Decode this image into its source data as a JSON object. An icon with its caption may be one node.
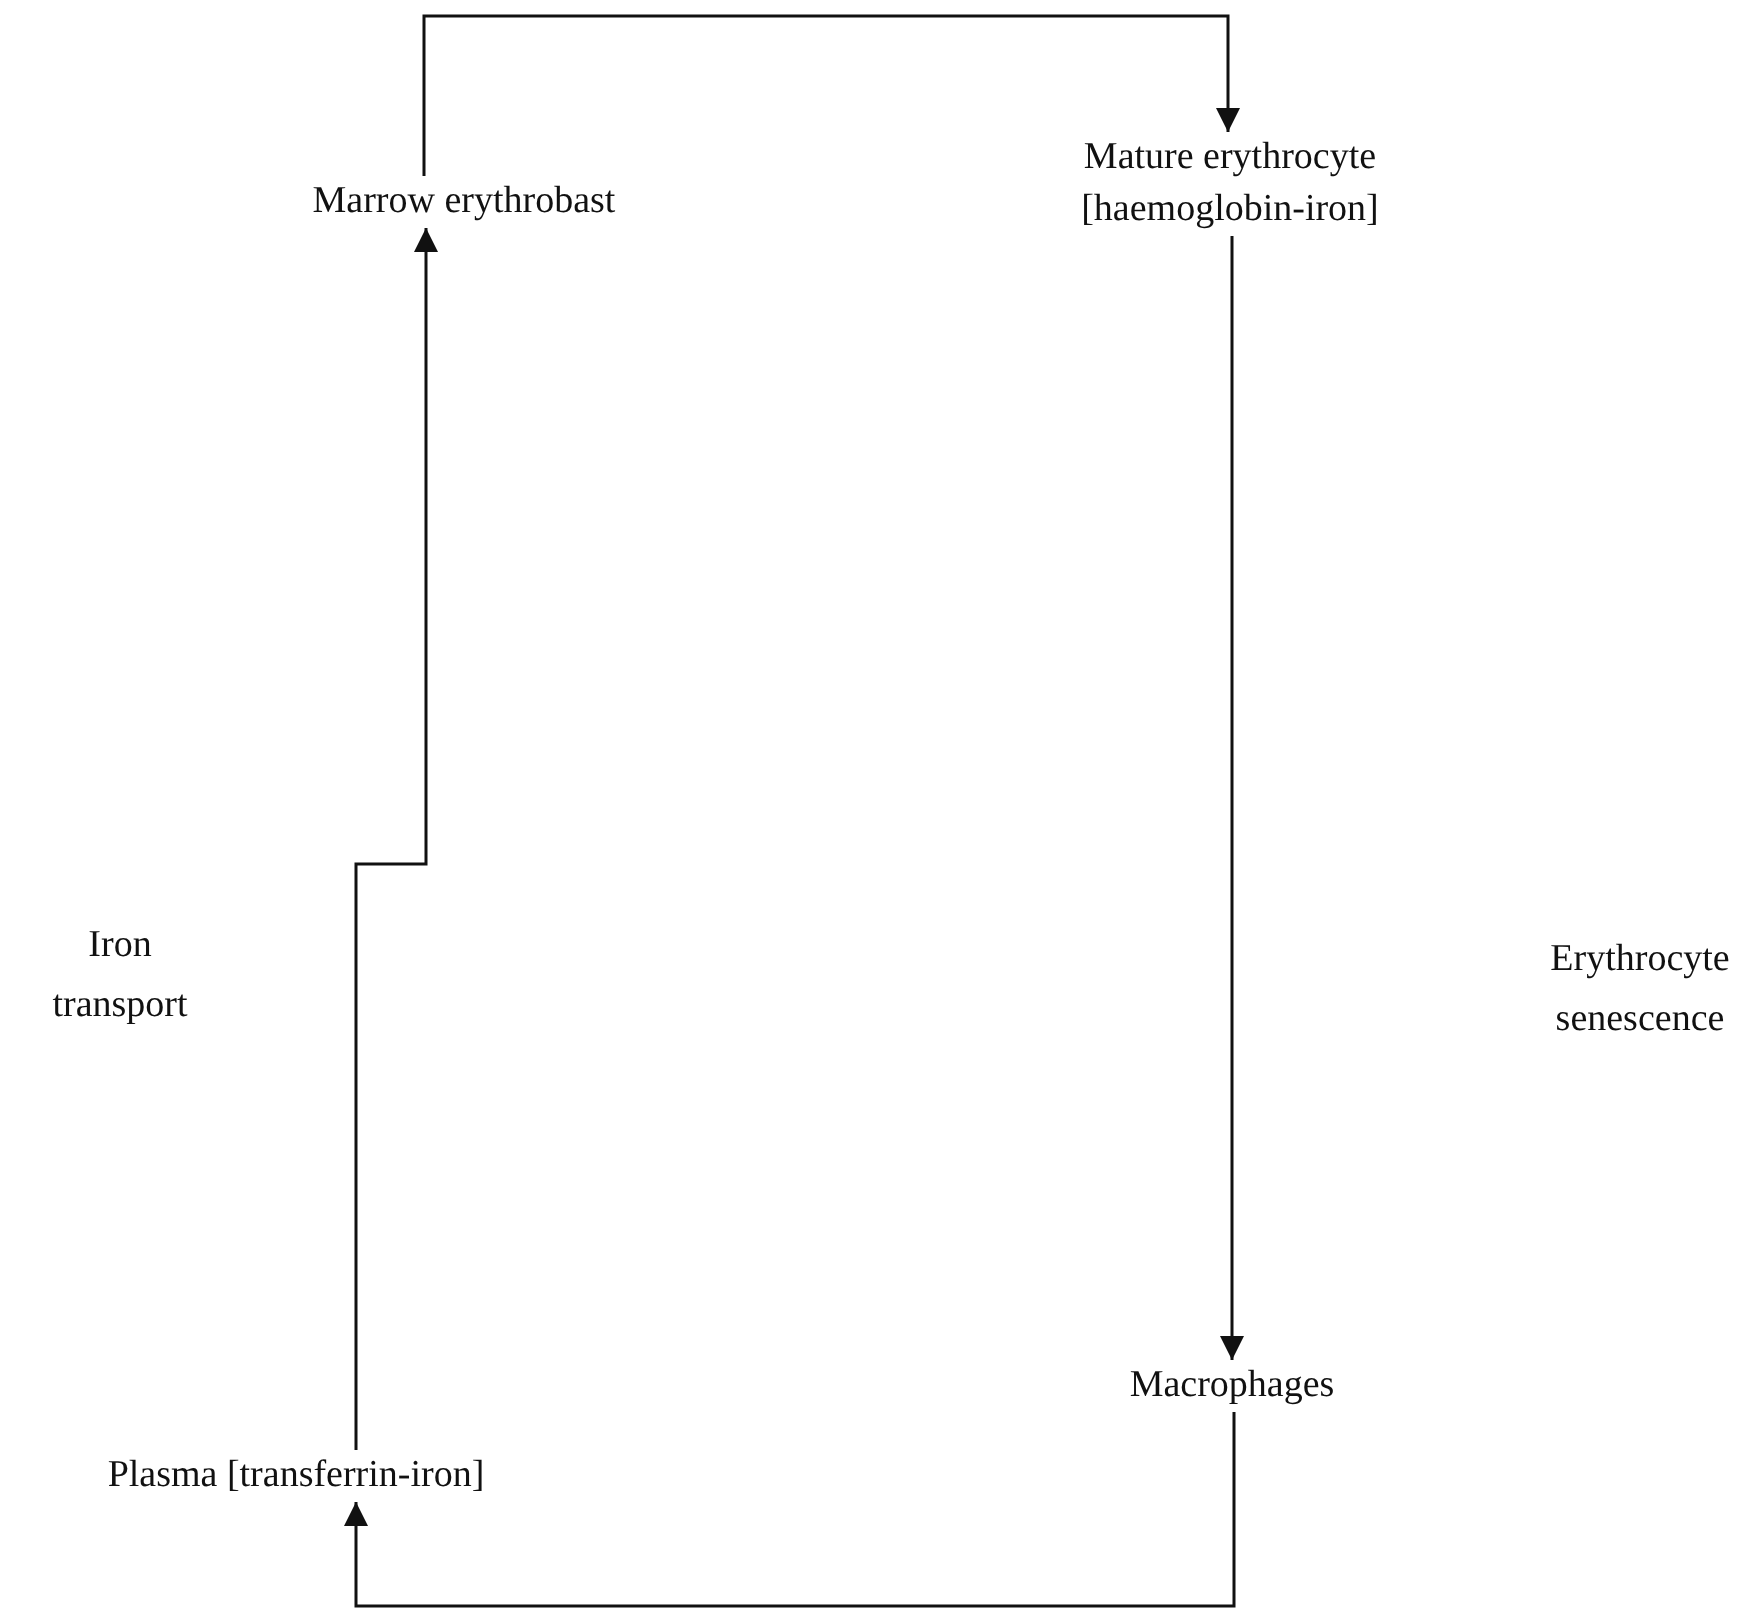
{
  "diagram": {
    "nodes": [
      {
        "text": [
          "Marrow erythrobast"
        ]
      },
      {
        "text": [
          "Mature erythrocyte [haemoglobin-iron]"
        ]
      },
      {
        "text": [
          "Macrophages"
        ]
      },
      {
        "text": [
          "Plasma [transferrin-iron]"
        ]
      }
    ],
    "edges": [
      {
        "from": 0,
        "to": 1,
        "arrow": "to"
      },
      {
        "from": 1,
        "to": 2,
        "arrow": "to"
      },
      {
        "from": 2,
        "to": 3,
        "arrow": "to"
      },
      {
        "from": 3,
        "to": 0,
        "arrow": "to"
      }
    ],
    "labels": [
      "Iron transport",
      "Erythrocyte senescence"
    ]
  }
}
